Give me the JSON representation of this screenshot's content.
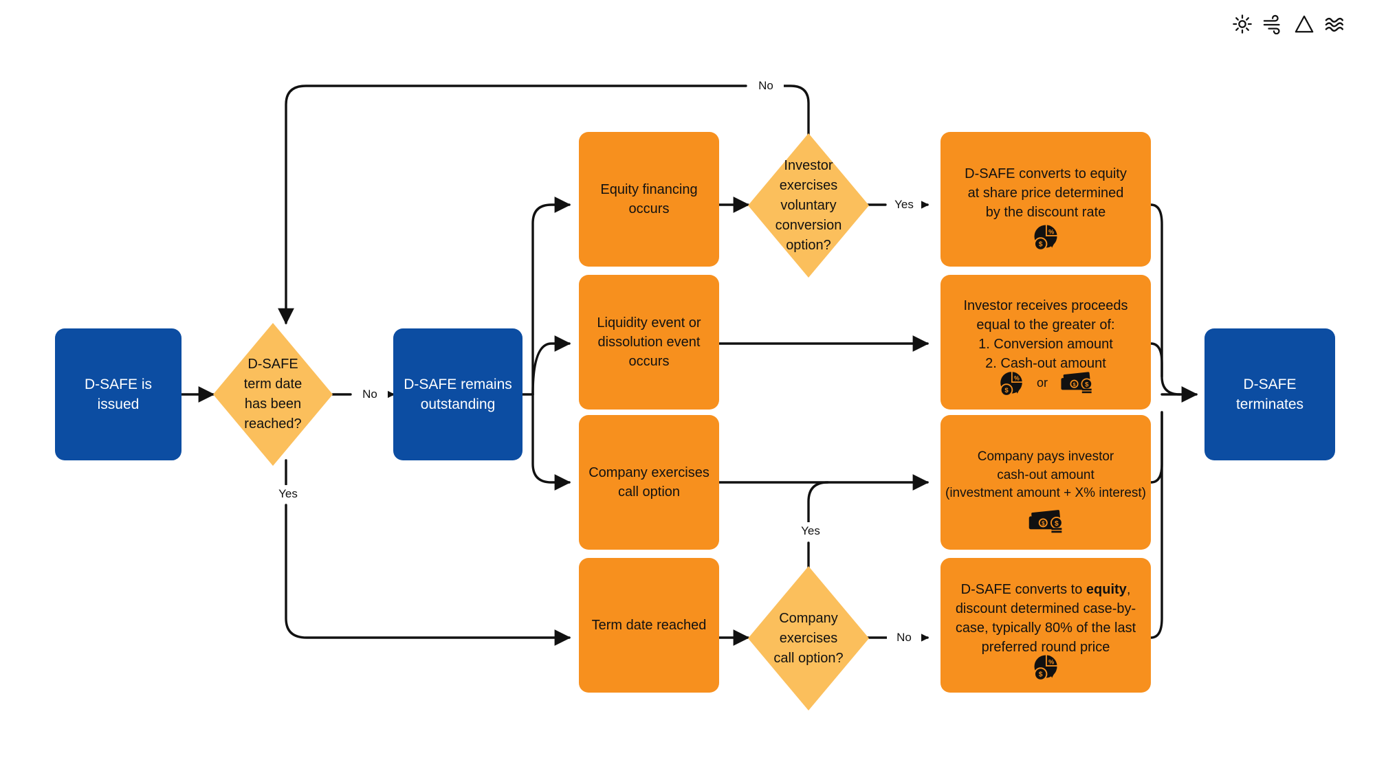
{
  "diagram": {
    "title": "D-SAFE lifecycle flowchart",
    "colors": {
      "blue": "#0C4DA2",
      "orange": "#F7901E",
      "amber": "#FBBF5C",
      "line": "#111111",
      "background": "#FFFFFF"
    }
  },
  "top_icons": [
    {
      "name": "sun-icon",
      "glyph": "sun"
    },
    {
      "name": "wind-icon",
      "glyph": "wind"
    },
    {
      "name": "triangle-earth-icon",
      "glyph": "triangle"
    },
    {
      "name": "water-waves-icon",
      "glyph": "waves"
    }
  ],
  "nodes": {
    "start": {
      "label": "D-SAFE is issued",
      "shape": "rounded-rect",
      "color": "blue"
    },
    "term_decision": {
      "label": "D-SAFE\nterm date\nhas been\nreached?",
      "shape": "diamond",
      "color": "amber"
    },
    "outstanding": {
      "label": "D-SAFE remains\noutstanding",
      "shape": "rounded-rect",
      "color": "blue"
    },
    "equity_financing": {
      "label": "Equity financing\noccurs",
      "shape": "rounded-rect",
      "color": "orange"
    },
    "liquidity_event": {
      "label": "Liquidity event or\ndissolution event\noccurs",
      "shape": "rounded-rect",
      "color": "orange"
    },
    "company_call": {
      "label": "Company exercises\ncall option",
      "shape": "rounded-rect",
      "color": "orange"
    },
    "term_reached": {
      "label": "Term date reached",
      "shape": "rounded-rect",
      "color": "orange"
    },
    "voluntary_conversion": {
      "label": "Investor\nexercises\nvoluntary\nconversion\noption?",
      "shape": "diamond",
      "color": "amber"
    },
    "company_call_decision": {
      "label": "Company\nexercises\ncall option?",
      "shape": "diamond",
      "color": "amber"
    },
    "converts_discount": {
      "label": "D-SAFE converts to equity\nat share price determined\nby the discount rate",
      "shape": "rounded-rect",
      "color": "orange",
      "icons": [
        {
          "name": "pie-chart-dollar-percent-icon"
        }
      ]
    },
    "proceeds_greater": {
      "label": "Investor receives proceeds\nequal to the greater of:\n1. Conversion amount\n2. Cash-out amount",
      "shape": "rounded-rect",
      "color": "orange",
      "icons": [
        {
          "name": "pie-chart-dollar-percent-icon"
        },
        {
          "name": "or-separator",
          "text": "or"
        },
        {
          "name": "cash-banknotes-icon"
        }
      ]
    },
    "company_pays": {
      "label": "Company pays investor\ncash-out amount\n(investment amount + X% interest)",
      "shape": "rounded-rect",
      "color": "orange",
      "icons": [
        {
          "name": "cash-banknotes-icon"
        }
      ]
    },
    "converts_case_by_case": {
      "label_parts": [
        "D-SAFE converts to ",
        "equity",
        ", discount determined case-by-case, typically 80% of the last preferred round price"
      ],
      "bold_word": "equity",
      "line1_pre": "D-SAFE converts to ",
      "line1_bold": "equity",
      "line1_post": ",",
      "line2": "discount determined case-by-",
      "line3": "case, typically 80% of the last",
      "line4": "preferred round price",
      "shape": "rounded-rect",
      "color": "orange",
      "icons": [
        {
          "name": "pie-chart-dollar-percent-icon"
        }
      ]
    },
    "terminates": {
      "label": "D-SAFE terminates",
      "shape": "rounded-rect",
      "color": "blue"
    }
  },
  "edge_labels": {
    "term_no": "No",
    "term_yes": "Yes",
    "voluntary_yes": "Yes",
    "voluntary_no": "No",
    "call_yes": "Yes",
    "call_no": "No"
  }
}
